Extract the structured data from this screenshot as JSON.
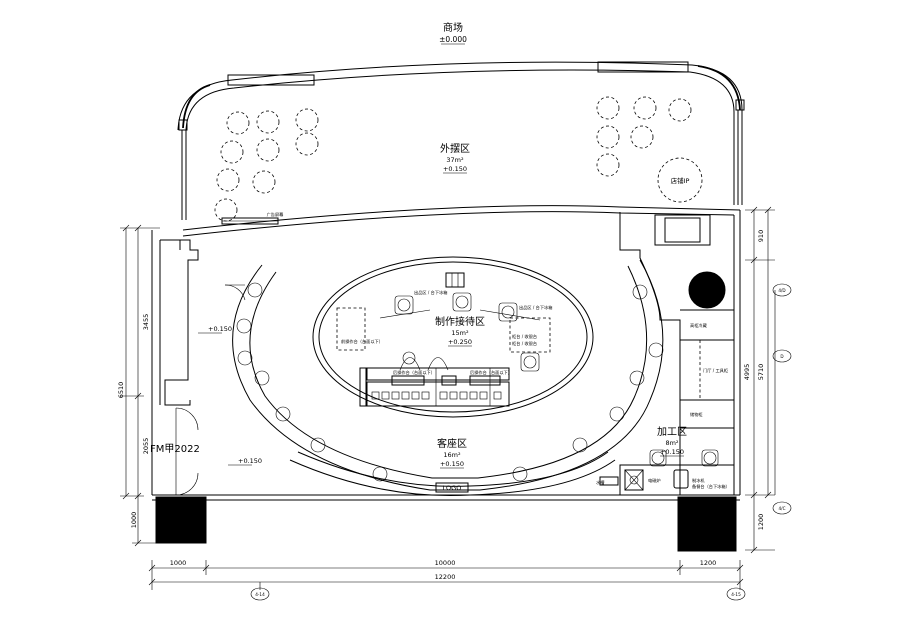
{
  "mall": {
    "label": "商场",
    "level": "±0.000"
  },
  "outdoor": {
    "label": "外摆区",
    "area": "37m²",
    "level": "+0.150"
  },
  "store_ip": {
    "label": "店铺IP"
  },
  "ad_screen": {
    "label": "广告屏幕"
  },
  "production": {
    "label": "制作接待区",
    "area": "15m²",
    "level": "+0.250"
  },
  "seating": {
    "label": "客座区",
    "area": "16m²",
    "level": "+0.150"
  },
  "processing": {
    "label": "加工区",
    "area": "8m²",
    "level": "+0.150"
  },
  "left_room": {
    "level": "+0.150"
  },
  "entrance": {
    "label": "FM甲2022",
    "level": "+0.150"
  },
  "logo": {
    "label": "LOGO"
  },
  "equipment_labels": {
    "top_left": "出品区 / 台下冰箱",
    "top_right": "出品区 / 台下冰箱",
    "counter_1": "前操作台（台面以下）",
    "counter_2": "后操作台（台面以下）",
    "counter_3": "后操作台（台面以下）",
    "right_1": "柜台 / 收银台",
    "right_2": "柜台 / 收银台",
    "proc_top": "高柜冷藏",
    "proc_mid": "门厅 / 工具柜",
    "proc_low": "储物柜",
    "sink": "水槽",
    "stove": "电磁炉",
    "ice": "制冰机",
    "prep": "备餐台（台下冰箱）"
  },
  "dimensions": {
    "left": [
      "3455",
      "6510",
      "2055",
      "1000"
    ],
    "right": [
      "910",
      "5710",
      "4995",
      "1200"
    ],
    "bottom": [
      "1000",
      "10000",
      "1200",
      "12200"
    ]
  },
  "axis_labels": {
    "left": "4-14",
    "right": "4-15",
    "r1": "4/D",
    "r2": "D",
    "r3": "4/C"
  }
}
